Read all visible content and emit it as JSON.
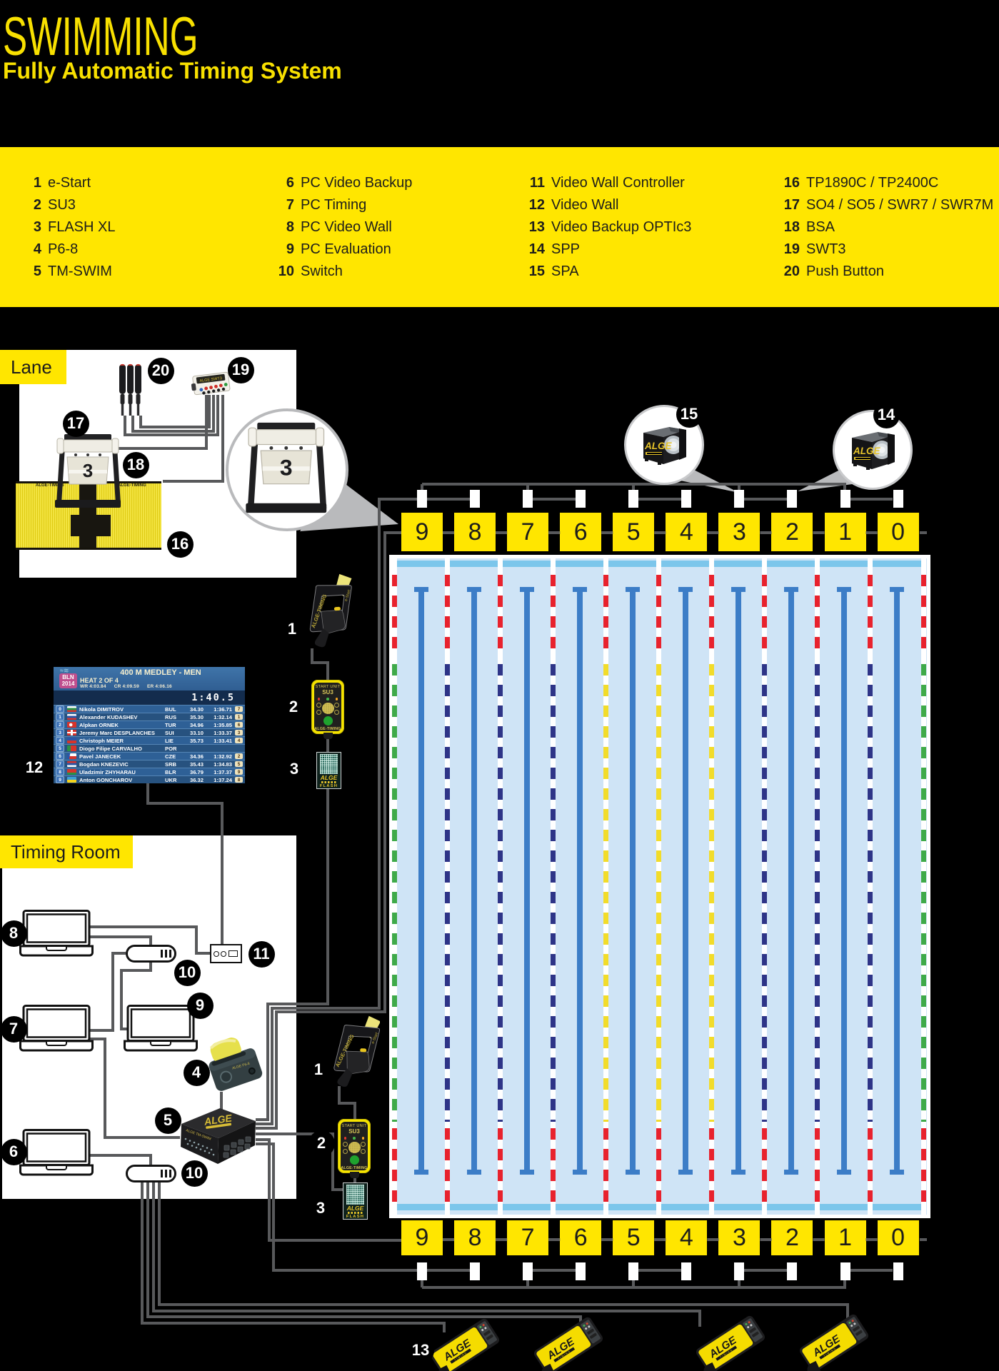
{
  "accent_color": "#ffe600",
  "title": {
    "main": "SWIMMING",
    "subtitle": "Fully Automatic Timing System"
  },
  "legend": {
    "columns": [
      [
        {
          "num": "1",
          "label": "e-Start"
        },
        {
          "num": "2",
          "label": "SU3"
        },
        {
          "num": "3",
          "label": "FLASH XL"
        },
        {
          "num": "4",
          "label": "P6-8"
        },
        {
          "num": "5",
          "label": "TM-SWIM"
        }
      ],
      [
        {
          "num": "6",
          "label": "PC Video Backup"
        },
        {
          "num": "7",
          "label": "PC Timing"
        },
        {
          "num": "8",
          "label": "PC Video Wall"
        },
        {
          "num": "9",
          "label": "PC Evaluation"
        },
        {
          "num": "10",
          "label": "Switch"
        }
      ],
      [
        {
          "num": "11",
          "label": "Video Wall Controller"
        },
        {
          "num": "12",
          "label": "Video Wall"
        },
        {
          "num": "13",
          "label": "Video Backup OPTIc3"
        },
        {
          "num": "14",
          "label": "SPP"
        },
        {
          "num": "15",
          "label": "SPA"
        }
      ],
      [
        {
          "num": "16",
          "label": "TP1890C / TP2400C"
        },
        {
          "num": "17",
          "label": "SO4 / SO5 / SWR7 / SWR7M"
        },
        {
          "num": "18",
          "label": "BSA"
        },
        {
          "num": "19",
          "label": "SWT3"
        },
        {
          "num": "20",
          "label": "Push Button"
        }
      ]
    ]
  },
  "panels": {
    "lane": "Lane",
    "timing_room": "Timing Room"
  },
  "pool": {
    "plate_numbers": [
      "9",
      "8",
      "7",
      "6",
      "5",
      "4",
      "3",
      "2",
      "1",
      "0"
    ]
  },
  "markers": [
    {
      "id": "m20",
      "label": "20"
    },
    {
      "id": "m19",
      "label": "19"
    },
    {
      "id": "m17",
      "label": "17"
    },
    {
      "id": "m18",
      "label": "18"
    },
    {
      "id": "m16",
      "label": "16"
    },
    {
      "id": "m15",
      "label": "15"
    },
    {
      "id": "m14",
      "label": "14"
    },
    {
      "id": "m1a",
      "label": "1"
    },
    {
      "id": "m2a",
      "label": "2"
    },
    {
      "id": "m3a",
      "label": "3"
    },
    {
      "id": "m12",
      "label": "12"
    },
    {
      "id": "m8",
      "label": "8"
    },
    {
      "id": "m10a",
      "label": "10"
    },
    {
      "id": "m11",
      "label": "11"
    },
    {
      "id": "m9",
      "label": "9"
    },
    {
      "id": "m7",
      "label": "7"
    },
    {
      "id": "m4",
      "label": "4"
    },
    {
      "id": "m5",
      "label": "5"
    },
    {
      "id": "m6",
      "label": "6"
    },
    {
      "id": "m10b",
      "label": "10"
    },
    {
      "id": "m1b",
      "label": "1"
    },
    {
      "id": "m2b",
      "label": "2"
    },
    {
      "id": "m3b",
      "label": "3"
    },
    {
      "id": "m13",
      "label": "13"
    }
  ],
  "devices": {
    "su3": {
      "line1": "START UNIT",
      "line2": "SU3",
      "brand": "ALGE-TIMING"
    },
    "flash": {
      "brand": "ALGE",
      "label": "FLASH"
    },
    "speaker_unit": {
      "brand": "ALGE",
      "sub": "TIMING"
    },
    "camera": {
      "brand": "ALGE",
      "sub": "TIMING"
    },
    "touchpad_text": "ALGE-TIMING",
    "relay_block_number": "3",
    "tmswim": {
      "brand": "ALGE",
      "model": "TM-SWIM"
    }
  },
  "scoreboard": {
    "event_title": "400 M MEDLEY - MEN",
    "heat": "HEAT 2 OF 4",
    "records": [
      {
        "label": "WR",
        "time": "4:03.84"
      },
      {
        "label": "CR",
        "time": "4:09.59"
      },
      {
        "label": "ER",
        "time": "4:06.16"
      }
    ],
    "logo": {
      "line1": "BLN",
      "line2": "2014"
    },
    "running_time": "1:40.5",
    "rows": [
      {
        "lane": "0",
        "noc": "BUL",
        "name": "Nikola DIMITROV",
        "split": "34.30",
        "time": "1:36.71",
        "rank": "7"
      },
      {
        "lane": "1",
        "noc": "RUS",
        "name": "Alexander KUDASHEV",
        "split": "35.30",
        "time": "1:32.14",
        "rank": "1"
      },
      {
        "lane": "2",
        "noc": "TUR",
        "name": "Alpkan ORNEK",
        "split": "34.96",
        "time": "1:35.85",
        "rank": "6"
      },
      {
        "lane": "3",
        "noc": "SUI",
        "name": "Jeremy Marc DESPLANCHES",
        "split": "33.10",
        "time": "1:33.37",
        "rank": "3"
      },
      {
        "lane": "4",
        "noc": "LIE",
        "name": "Christoph MEIER",
        "split": "35.73",
        "time": "1:33.41",
        "rank": "4"
      },
      {
        "lane": "5",
        "noc": "POR",
        "name": "Diogo Filipe CARVALHO",
        "split": "",
        "time": "",
        "rank": ""
      },
      {
        "lane": "6",
        "noc": "CZE",
        "name": "Pavel JANECEK",
        "split": "34.36",
        "time": "1:32.92",
        "rank": "2"
      },
      {
        "lane": "7",
        "noc": "SRB",
        "name": "Bogdan KNEZEVIC",
        "split": "35.43",
        "time": "1:34.83",
        "rank": "5"
      },
      {
        "lane": "8",
        "noc": "BLR",
        "name": "Uladzimir ZHYHARAU",
        "split": "36.79",
        "time": "1:37.37",
        "rank": "9"
      },
      {
        "lane": "9",
        "noc": "UKR",
        "name": "Anton GONCHAROV",
        "split": "36.32",
        "time": "1:37.24",
        "rank": "8"
      }
    ]
  }
}
